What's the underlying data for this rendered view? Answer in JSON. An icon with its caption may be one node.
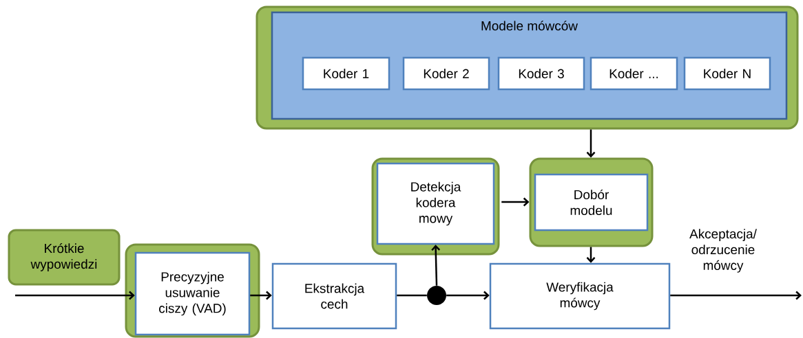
{
  "diagram": {
    "nodes": [
      {
        "text": [],
        "shape": "box"
      },
      {
        "text": [
          "Modele mówców"
        ],
        "in": 0
      },
      {
        "text": [
          "Koder 1"
        ],
        "in": 1
      },
      {
        "text": [
          "Koder 2"
        ],
        "in": 1
      },
      {
        "text": [
          "Koder 3"
        ],
        "in": 1
      },
      {
        "text": [
          "Koder ..."
        ],
        "in": 1
      },
      {
        "text": [
          "Koder N"
        ],
        "in": 1
      },
      {
        "text": [
          "Krótkie wypowiedzi"
        ]
      },
      {
        "text": [],
        "shape": "box"
      },
      {
        "text": [
          "Precyzyjne usuwanie ciszy (VAD)"
        ],
        "in": 8
      },
      {
        "text": [
          "Ekstrakcja cech"
        ]
      },
      {
        "text": [],
        "shape": "circle"
      },
      {
        "text": [],
        "shape": "box"
      },
      {
        "text": [
          "Detekcja kodera mowy"
        ],
        "in": 12
      },
      {
        "text": [],
        "shape": "box"
      },
      {
        "text": [
          "Dobór modelu"
        ],
        "in": 14
      },
      {
        "text": [
          "Weryfikacja mówcy"
        ]
      }
    ],
    "edges": [
      {
        "from": null,
        "to": 9,
        "arrow": "to"
      },
      {
        "from": 9,
        "to": 10,
        "arrow": "to"
      },
      {
        "from": 10,
        "to": 11,
        "arrow": "none"
      },
      {
        "from": 11,
        "to": 13,
        "arrow": "to"
      },
      {
        "from": 11,
        "to": 16,
        "arrow": "to"
      },
      {
        "from": 13,
        "to": 14,
        "arrow": "to"
      },
      {
        "from": 0,
        "to": 14,
        "arrow": "to"
      },
      {
        "from": 14,
        "to": 16,
        "arrow": "to"
      },
      {
        "from": 16,
        "to": null,
        "arrow": "to",
        "label": "Akceptacja/ odrzucenie mówcy"
      }
    ]
  }
}
